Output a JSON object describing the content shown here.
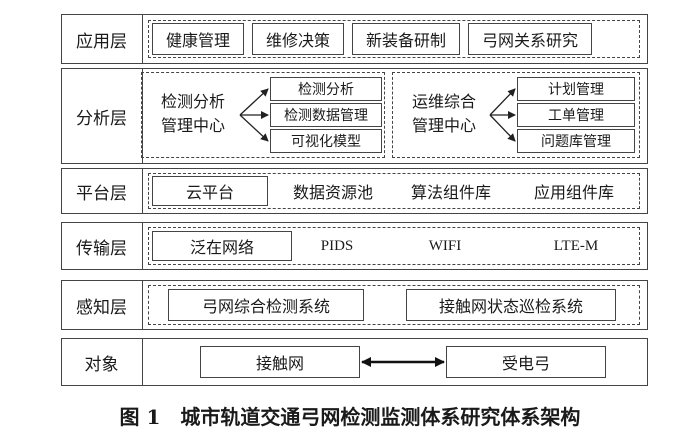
{
  "layers": {
    "application": {
      "label": "应用层",
      "items": [
        "健康管理",
        "维修决策",
        "新装备研制",
        "弓网关系研究"
      ]
    },
    "analysis": {
      "label": "分析层",
      "center1": {
        "line1": "检测分析",
        "line2": "管理中心",
        "items": [
          "检测分析",
          "检测数据管理",
          "可视化模型"
        ]
      },
      "center2": {
        "line1": "运维综合",
        "line2": "管理中心",
        "items": [
          "计划管理",
          "工单管理",
          "问题库管理"
        ]
      }
    },
    "platform": {
      "label": "平台层",
      "items": [
        "云平台",
        "数据资源池",
        "算法组件库",
        "应用组件库"
      ]
    },
    "transport": {
      "label": "传输层",
      "items": [
        "泛在网络",
        "PIDS",
        "WIFI",
        "LTE-M"
      ]
    },
    "perception": {
      "label": "感知层",
      "items": [
        "弓网综合检测系统",
        "接触网状态巡检系统"
      ]
    },
    "object": {
      "label": "对象",
      "items": [
        "接触网",
        "受电弓"
      ]
    }
  },
  "caption": "图 1　城市轨道交通弓网检测监测体系研究体系架构"
}
